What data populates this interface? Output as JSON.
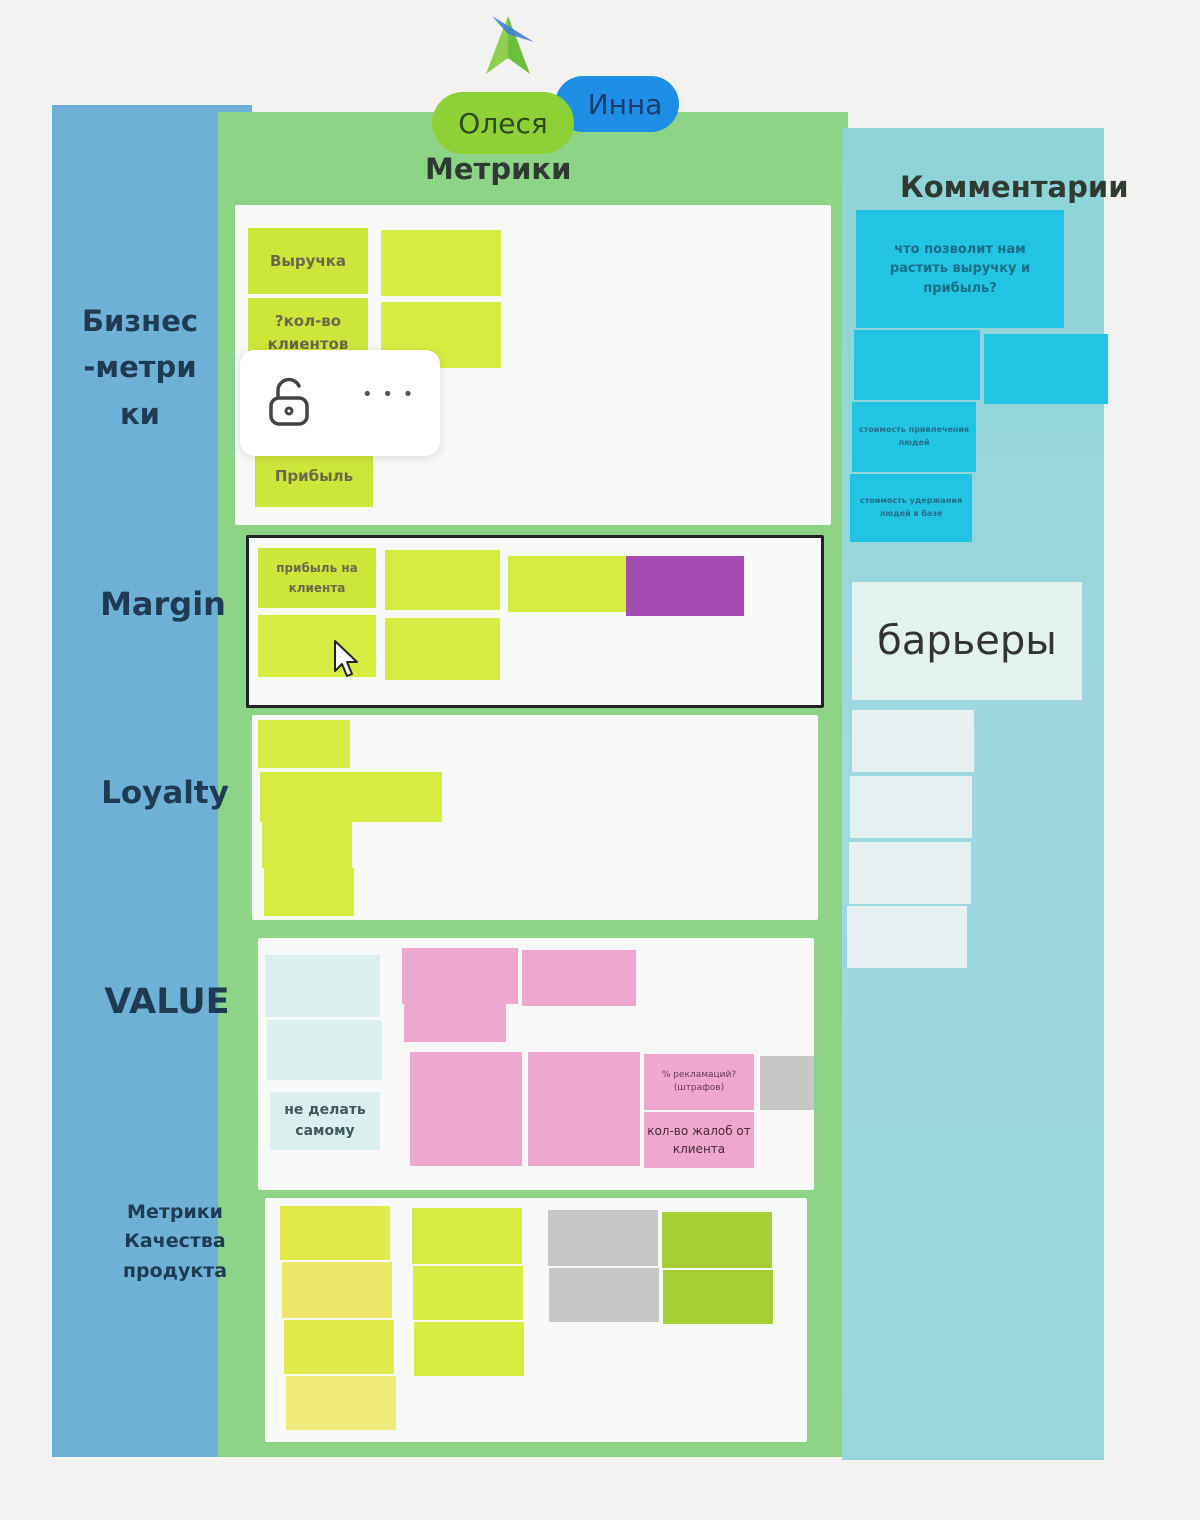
{
  "users": {
    "user1": "Олеся",
    "user2": "Инна"
  },
  "headers": {
    "metrics": "Метрики",
    "comments": "Комментарии"
  },
  "rows": {
    "business": "Бизнес\n-метри\nки",
    "margin": "Margin",
    "loyalty": "Loyalty",
    "value": "VALUE",
    "quality": "Метрики\nКачества\nпродукта"
  },
  "stickies": {
    "revenue": "Выручка",
    "clients_count": "?кол-во клиентов",
    "profit": "Прибыль",
    "profit_per_client": "прибыль на клиента",
    "dont_do_yourself": "не делать самому",
    "complaints_claims": "% рекламаций? (штрафов)",
    "complaints_count": "кол-во жалоб от клиента"
  },
  "comments": {
    "grow_revenue": "что позволит нам растить выручку и прибыль?",
    "acquisition_cost": "стоимость привлечения людей",
    "retention_cost": "стоимость удержания людей в базе",
    "barriers": "барьеры"
  },
  "context_menu": {
    "lock_icon": "lock-open-icon",
    "more_icon": "more-icon",
    "more_glyph": "• • •"
  },
  "colors": {
    "lime": "#cde63a",
    "pink": "#eea7cf",
    "purple": "#a64bb3",
    "cyan": "#22c3e3"
  }
}
